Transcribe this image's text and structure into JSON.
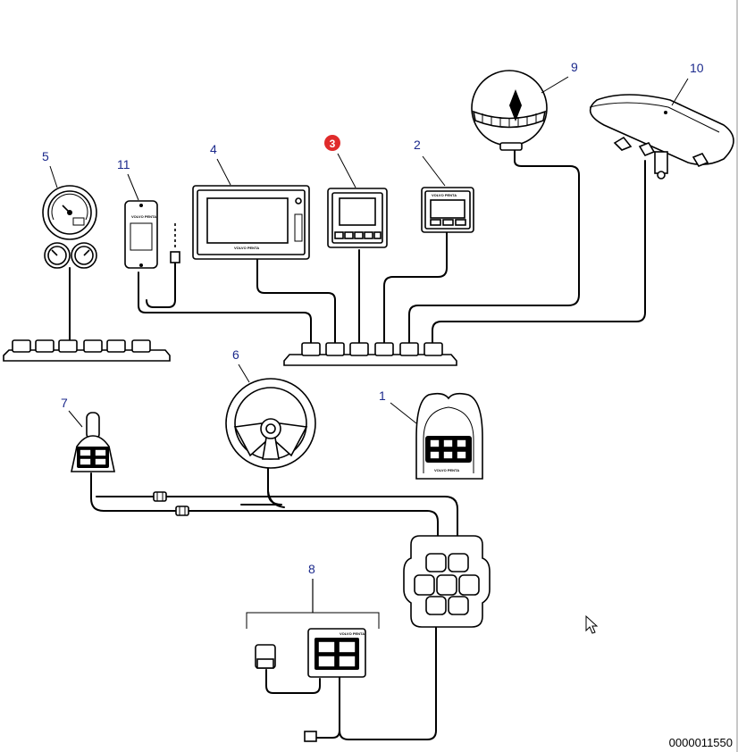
{
  "labels": {
    "l1": "1",
    "l2": "2",
    "l3": "3",
    "l4": "4",
    "l5": "5",
    "l6": "6",
    "l7": "7",
    "l8": "8",
    "l9": "9",
    "l10": "10",
    "l11": "11"
  },
  "brand": "VOLVO PENTA",
  "doc_number": "0000011550",
  "colors": {
    "label": "#1c2a8c",
    "highlight": "#e02b2b",
    "line": "#000000"
  },
  "icons": {
    "cursor": "mouse-pointer-icon"
  }
}
